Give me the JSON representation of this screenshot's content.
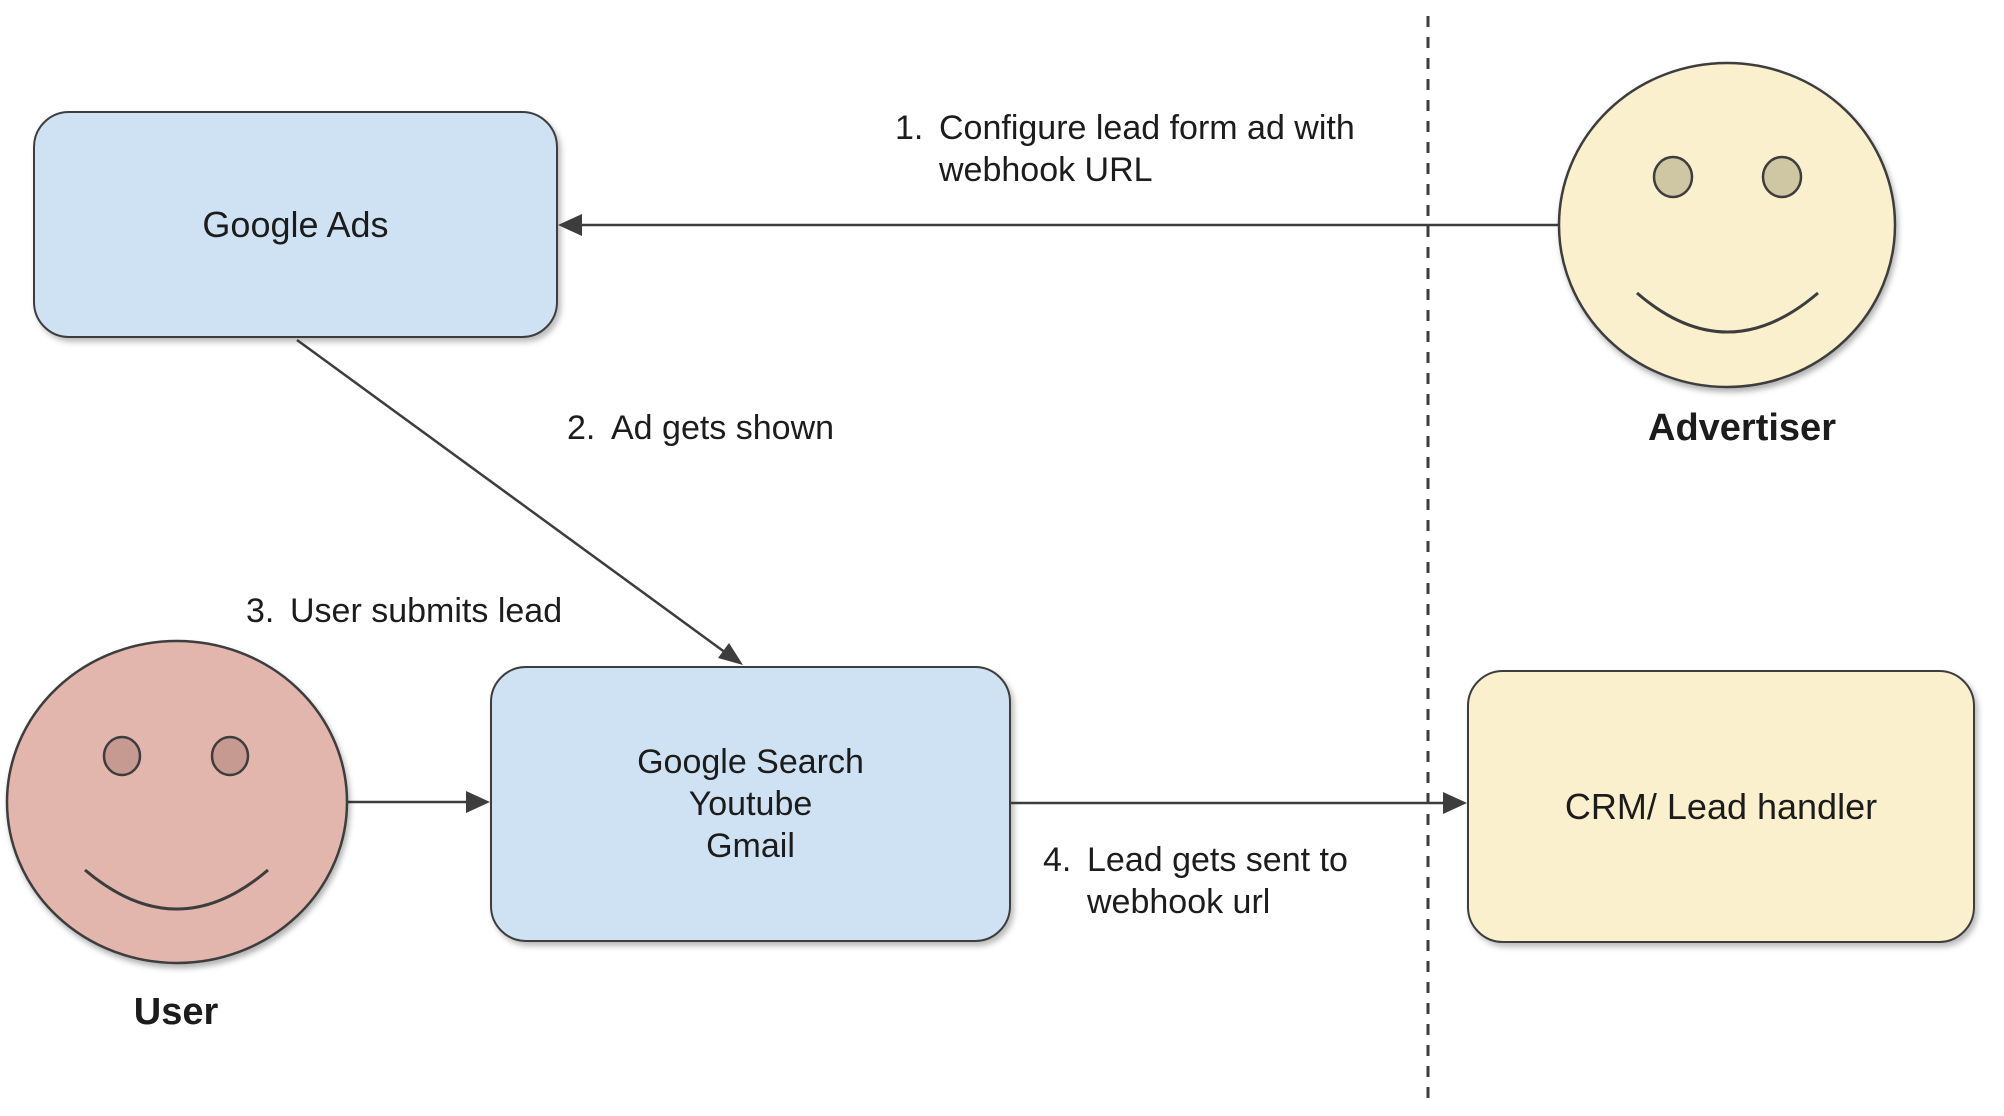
{
  "diagram": {
    "nodes": {
      "google_ads": {
        "label": "Google Ads"
      },
      "surfaces": {
        "lines": [
          "Google Search",
          "Youtube",
          "Gmail"
        ]
      },
      "crm": {
        "label": "CRM/ Lead handler"
      }
    },
    "actors": {
      "advertiser": {
        "label": "Advertiser",
        "icon": "smiley-face"
      },
      "user": {
        "label": "User",
        "icon": "smiley-face"
      }
    },
    "steps": [
      {
        "number": "1.",
        "line1": "Configure lead form ad with",
        "line2": "webhook URL"
      },
      {
        "number": "2.",
        "line1": "Ad gets shown"
      },
      {
        "number": "3.",
        "line1": "User submits lead"
      },
      {
        "number": "4.",
        "line1": "Lead gets sent to",
        "line2": "webhook url"
      }
    ],
    "colors": {
      "box_blue": "#cfe2f3",
      "box_yellow": "#fbf0ce",
      "face_yellow": "#faf0cd",
      "face_pink": "#e2b6ad",
      "eye_pink": "#c79a91",
      "eye_olive": "#cfc6a4",
      "stroke": "#3d3d3d",
      "ink": "#1c1c1c"
    }
  }
}
